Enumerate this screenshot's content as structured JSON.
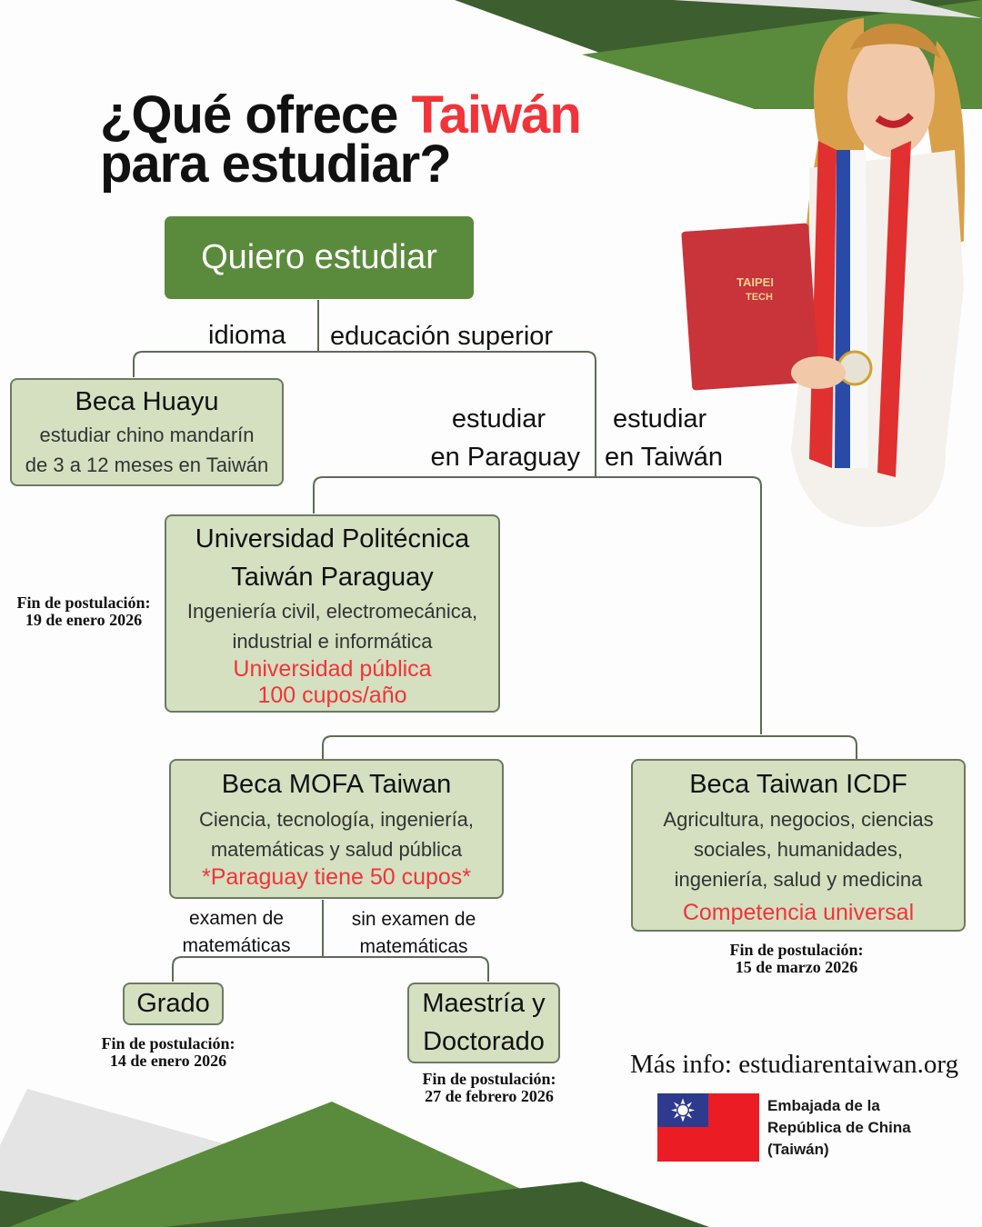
{
  "title": {
    "part1": "¿Qué ofrece ",
    "highlight": "Taiwán",
    "part2": "para estudiar?"
  },
  "root": "Quiero estudiar",
  "branches": {
    "idioma": "idioma",
    "superior": "educación superior",
    "paraguay_1": "estudiar",
    "paraguay_2": "en Paraguay",
    "taiwan_1": "estudiar",
    "taiwan_2": "en Taiwán",
    "exam_1": "examen de",
    "exam_2": "matemáticas",
    "noexam_1": "sin examen de",
    "noexam_2": "matemáticas"
  },
  "huayu": {
    "title": "Beca Huayu",
    "line1": "estudiar chino mandarín",
    "line2": "de 3 a 12 meses en Taiwán"
  },
  "utp": {
    "title1": "Universidad Politécnica",
    "title2": "Taiwán Paraguay",
    "line1": "Ingeniería civil, electromecánica,",
    "line2": "industrial e informática",
    "hl1": "Universidad pública",
    "hl2": "100 cupos/año",
    "deadline_label": "Fin de postulación:",
    "deadline": "19 de enero 2026"
  },
  "mofa": {
    "title": "Beca MOFA Taiwan",
    "line1": "Ciencia, tecnología, ingeniería,",
    "line2": "matemáticas y salud pública",
    "hl": "*Paraguay tiene 50 cupos*"
  },
  "icdf": {
    "title": "Beca Taiwan ICDF",
    "line1": "Agricultura, negocios, ciencias",
    "line2": "sociales, humanidades,",
    "line3": "ingeniería, salud y medicina",
    "hl": "Competencia universal",
    "deadline_label": "Fin de postulación:",
    "deadline": "15 de marzo 2026"
  },
  "grado": {
    "title": "Grado",
    "deadline_label": "Fin de postulación:",
    "deadline": "14 de enero 2026"
  },
  "maestria": {
    "title1": "Maestría y",
    "title2": "Doctorado",
    "deadline_label": "Fin de postulación:",
    "deadline": "27 de febrero 2026"
  },
  "footer": {
    "more_info": "Más info: estudiarentaiwan.org",
    "embassy1": "Embajada de la",
    "embassy2": "República de China",
    "embassy3": "(Taiwán)"
  },
  "colors": {
    "green": "#5a8a3c",
    "dark_green": "#3d5e2f",
    "box": "#d4e0c0",
    "red": "#f2333a"
  }
}
